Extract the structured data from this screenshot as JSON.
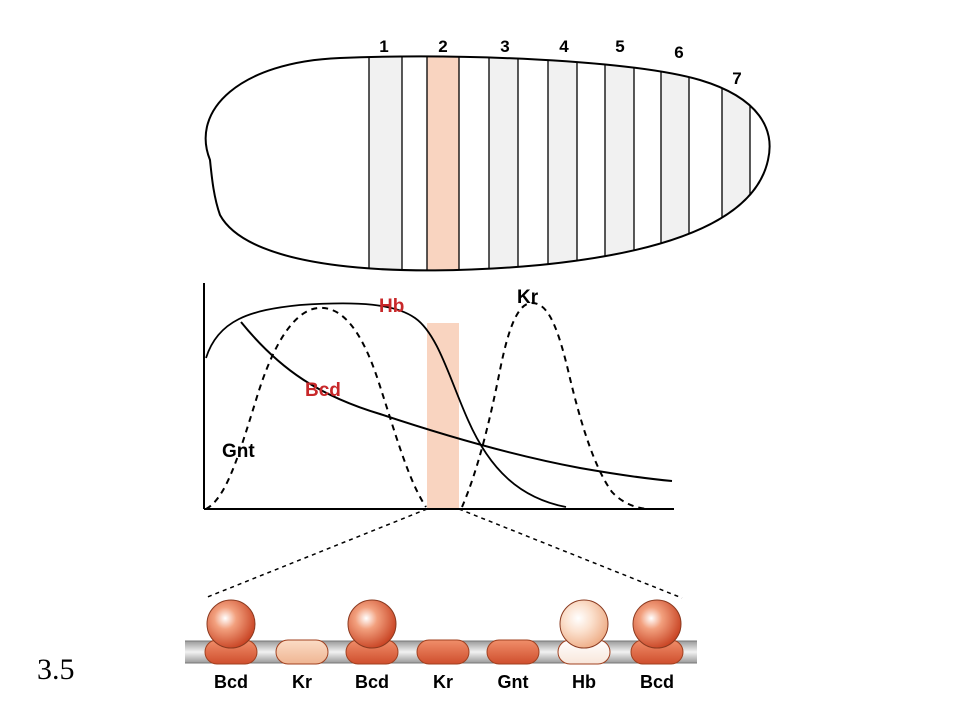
{
  "figure_number": "3.5",
  "embryo": {
    "stripes": [
      "1",
      "2",
      "3",
      "4",
      "5",
      "6",
      "7"
    ],
    "highlighted_stripe": "2"
  },
  "gradients": {
    "curves": [
      {
        "name": "Hb",
        "color": "#c8282a",
        "style": "solid"
      },
      {
        "name": "Bcd",
        "color": "#c8282a",
        "style": "solid"
      },
      {
        "name": "Kr",
        "color": "#000000",
        "style": "dashed"
      },
      {
        "name": "Gnt",
        "color": "#000000",
        "style": "dashed"
      }
    ]
  },
  "enhancer": {
    "binding_sites": [
      "Bcd",
      "Kr",
      "Bcd",
      "Kr",
      "Gnt",
      "Hb",
      "Bcd"
    ]
  },
  "colors": {
    "highlight": "#f9d4c0",
    "stripe_fill": "#f1f1f1",
    "protein_dark": "#d9593a",
    "protein_light": "#f6c6a7"
  }
}
